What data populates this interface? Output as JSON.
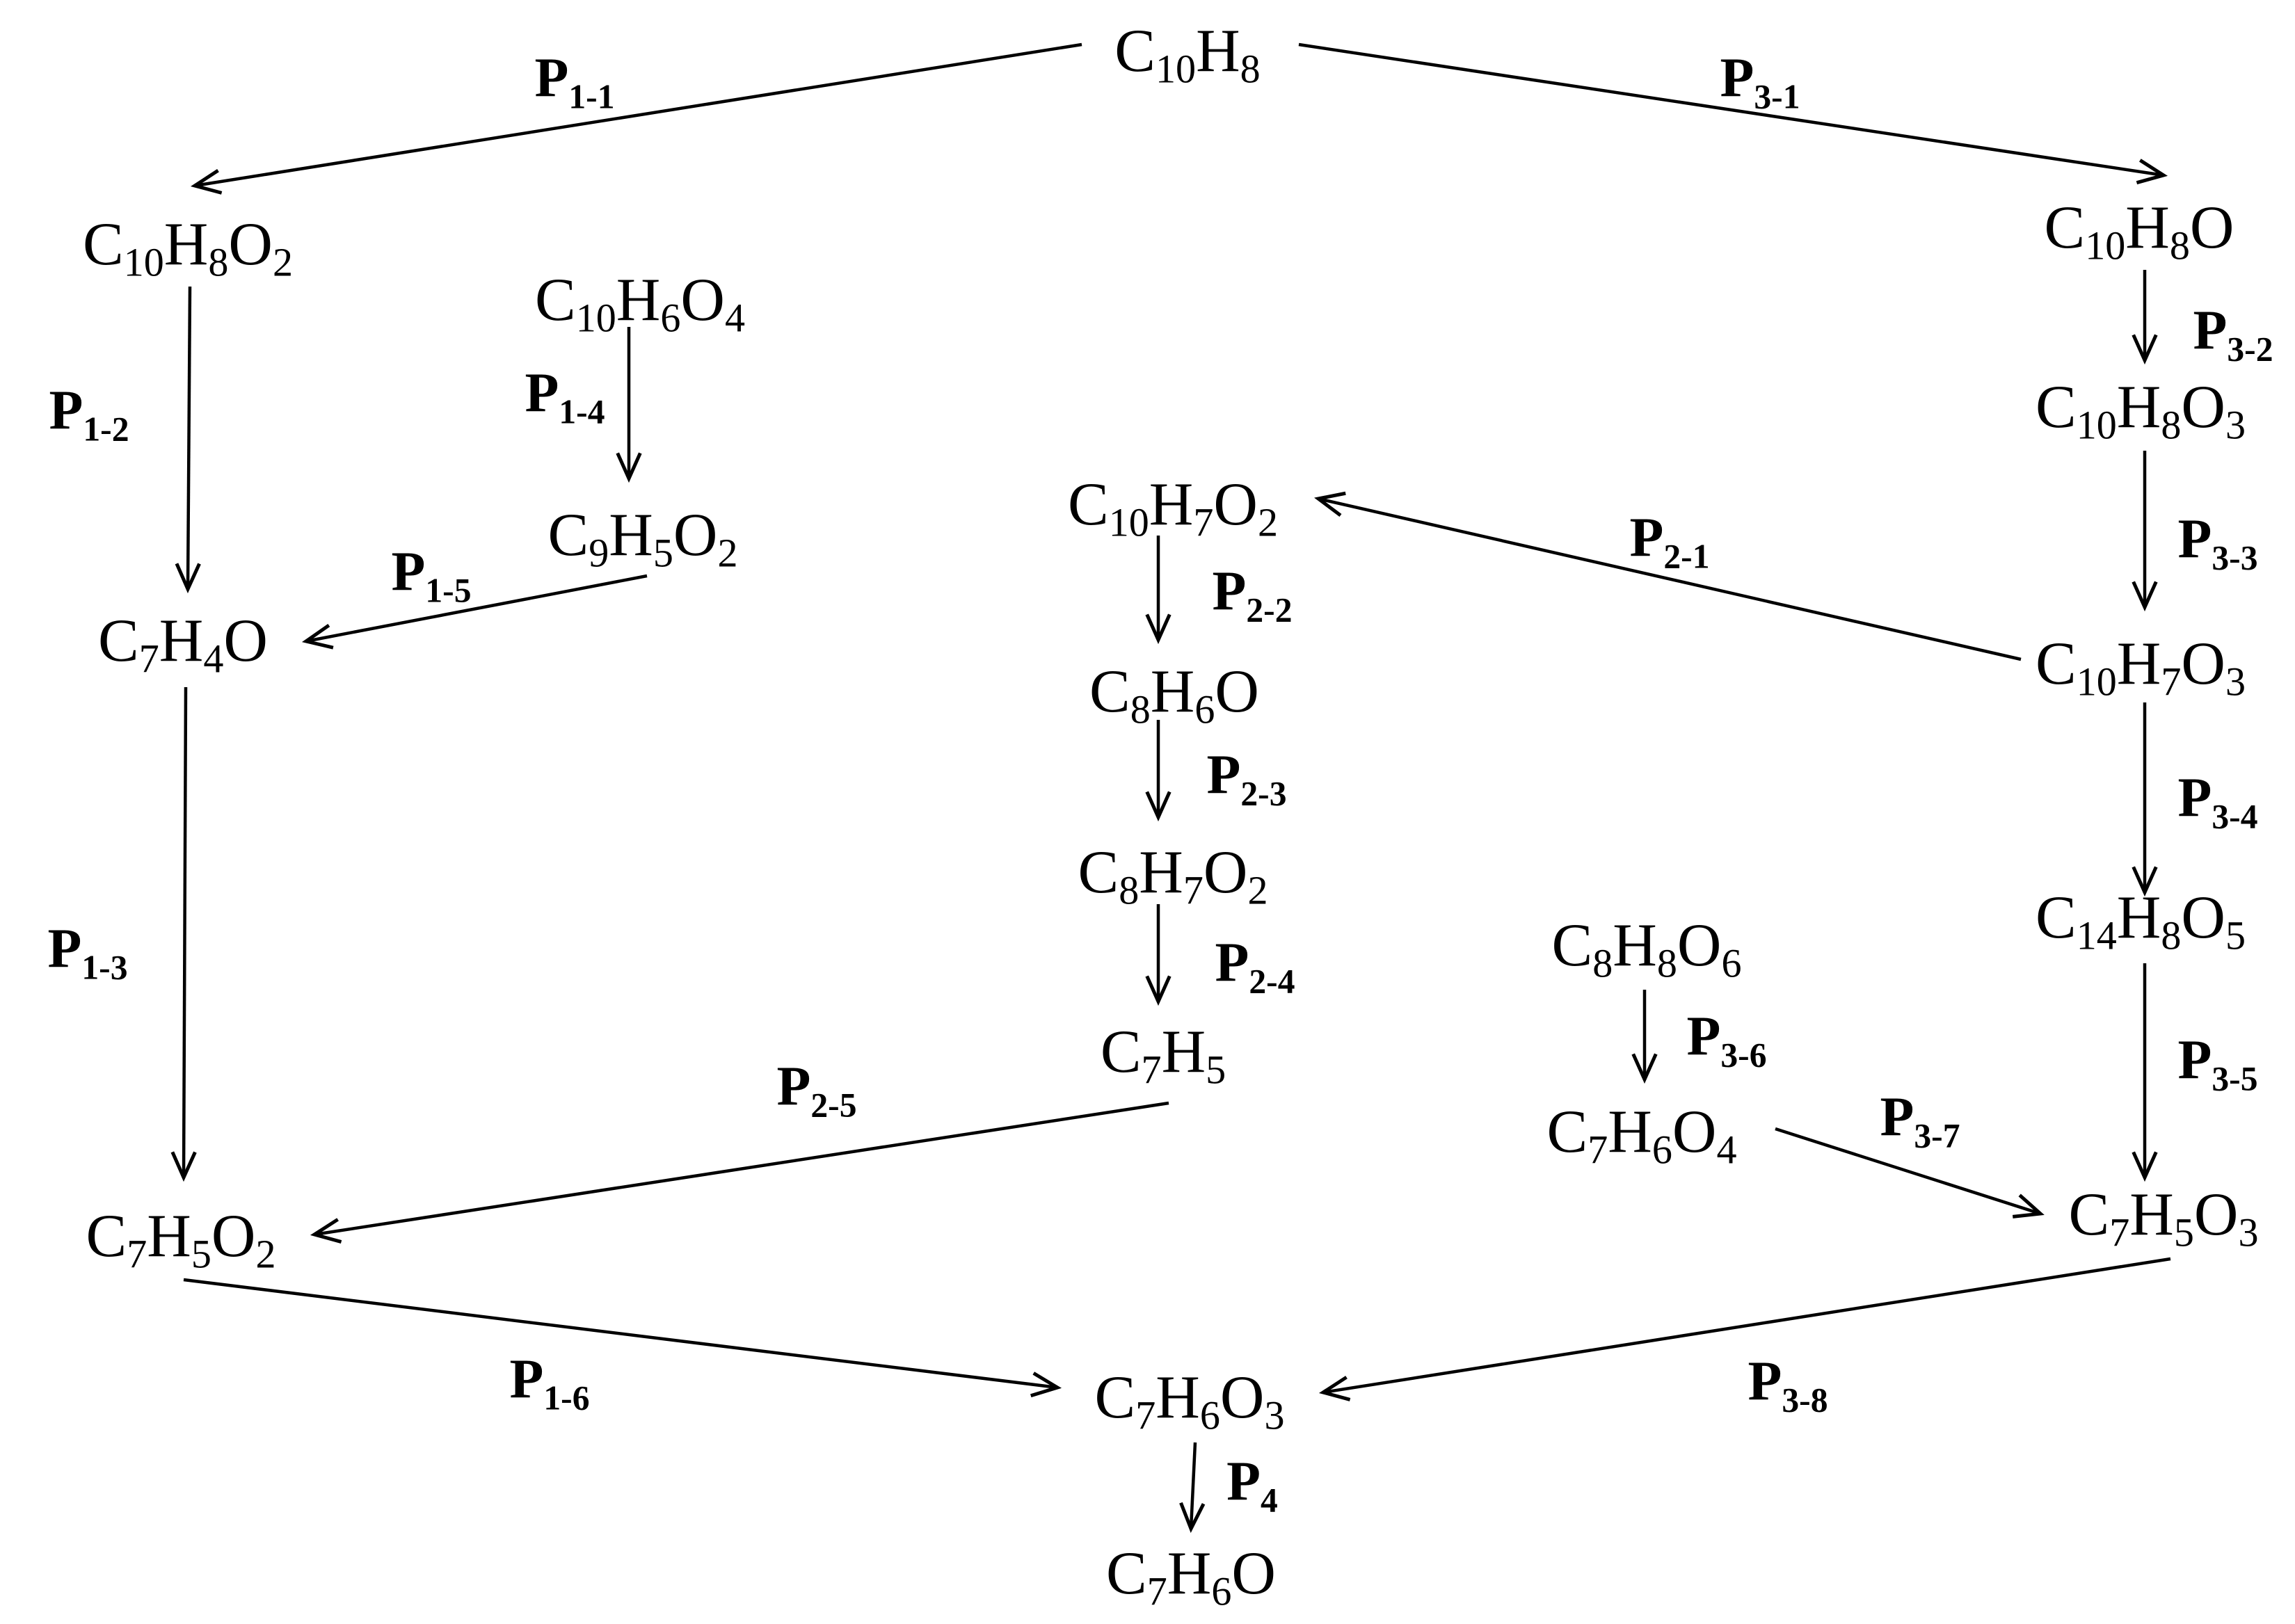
{
  "colors": {
    "ink": "#000000",
    "background": "#ffffff"
  },
  "compounds": {
    "c10h8": [
      {
        "t": "C"
      },
      {
        "s": "10"
      },
      {
        "t": "H"
      },
      {
        "s": "8"
      }
    ],
    "c10h8o2": [
      {
        "t": "C"
      },
      {
        "s": "10"
      },
      {
        "t": "H"
      },
      {
        "s": "8"
      },
      {
        "t": "O"
      },
      {
        "s": "2"
      }
    ],
    "c10h6o4": [
      {
        "t": "C"
      },
      {
        "s": "10"
      },
      {
        "t": "H"
      },
      {
        "s": "6"
      },
      {
        "t": "O"
      },
      {
        "s": "4"
      }
    ],
    "c9h5o2": [
      {
        "t": "C"
      },
      {
        "s": "9"
      },
      {
        "t": "H"
      },
      {
        "s": "5"
      },
      {
        "t": "O"
      },
      {
        "s": "2"
      }
    ],
    "c7h4o": [
      {
        "t": "C"
      },
      {
        "s": "7"
      },
      {
        "t": "H"
      },
      {
        "s": "4"
      },
      {
        "t": "O"
      }
    ],
    "c7h5o2": [
      {
        "t": "C"
      },
      {
        "s": "7"
      },
      {
        "t": "H"
      },
      {
        "s": "5"
      },
      {
        "t": "O"
      },
      {
        "s": "2"
      }
    ],
    "c10h7o2": [
      {
        "t": "C"
      },
      {
        "s": "10"
      },
      {
        "t": "H"
      },
      {
        "s": "7"
      },
      {
        "t": "O"
      },
      {
        "s": "2"
      }
    ],
    "c8h6o": [
      {
        "t": "C"
      },
      {
        "s": "8"
      },
      {
        "t": "H"
      },
      {
        "s": "6"
      },
      {
        "t": "O"
      }
    ],
    "c8h7o2": [
      {
        "t": "C"
      },
      {
        "s": "8"
      },
      {
        "t": "H"
      },
      {
        "s": "7"
      },
      {
        "t": "O"
      },
      {
        "s": "2"
      }
    ],
    "c7h5": [
      {
        "t": "C"
      },
      {
        "s": "7"
      },
      {
        "t": "H"
      },
      {
        "s": "5"
      }
    ],
    "c10h8o": [
      {
        "t": "C"
      },
      {
        "s": "10"
      },
      {
        "t": "H"
      },
      {
        "s": "8"
      },
      {
        "t": "O"
      }
    ],
    "c10h8o3": [
      {
        "t": "C"
      },
      {
        "s": "10"
      },
      {
        "t": "H"
      },
      {
        "s": "8"
      },
      {
        "t": "O"
      },
      {
        "s": "3"
      }
    ],
    "c10h7o3": [
      {
        "t": "C"
      },
      {
        "s": "10"
      },
      {
        "t": "H"
      },
      {
        "s": "7"
      },
      {
        "t": "O"
      },
      {
        "s": "3"
      }
    ],
    "c14h8o5": [
      {
        "t": "C"
      },
      {
        "s": "14"
      },
      {
        "t": "H"
      },
      {
        "s": "8"
      },
      {
        "t": "O"
      },
      {
        "s": "5"
      }
    ],
    "c8h8o6": [
      {
        "t": "C"
      },
      {
        "s": "8"
      },
      {
        "t": "H"
      },
      {
        "s": "8"
      },
      {
        "t": "O"
      },
      {
        "s": "6"
      }
    ],
    "c7h6o4": [
      {
        "t": "C"
      },
      {
        "s": "7"
      },
      {
        "t": "H"
      },
      {
        "s": "6"
      },
      {
        "t": "O"
      },
      {
        "s": "4"
      }
    ],
    "c7h5o3": [
      {
        "t": "C"
      },
      {
        "s": "7"
      },
      {
        "t": "H"
      },
      {
        "s": "5"
      },
      {
        "t": "O"
      },
      {
        "s": "3"
      }
    ],
    "c7h6o3": [
      {
        "t": "C"
      },
      {
        "s": "7"
      },
      {
        "t": "H"
      },
      {
        "s": "6"
      },
      {
        "t": "O"
      },
      {
        "s": "3"
      }
    ],
    "c7h6o": [
      {
        "t": "C"
      },
      {
        "s": "7"
      },
      {
        "t": "H"
      },
      {
        "s": "6"
      },
      {
        "t": "O"
      }
    ]
  },
  "pathways": {
    "p1_1": {
      "main": "P",
      "sub": "1-1"
    },
    "p1_2": {
      "main": "P",
      "sub": "1-2"
    },
    "p1_3": {
      "main": "P",
      "sub": "1-3"
    },
    "p1_4": {
      "main": "P",
      "sub": "1-4"
    },
    "p1_5": {
      "main": "P",
      "sub": "1-5"
    },
    "p1_6": {
      "main": "P",
      "sub": "1-6"
    },
    "p2_1": {
      "main": "P",
      "sub": "2-1"
    },
    "p2_2": {
      "main": "P",
      "sub": "2-2"
    },
    "p2_3": {
      "main": "P",
      "sub": "2-3"
    },
    "p2_4": {
      "main": "P",
      "sub": "2-4"
    },
    "p2_5": {
      "main": "P",
      "sub": "2-5"
    },
    "p3_1": {
      "main": "P",
      "sub": "3-1"
    },
    "p3_2": {
      "main": "P",
      "sub": "3-2"
    },
    "p3_3": {
      "main": "P",
      "sub": "3-3"
    },
    "p3_4": {
      "main": "P",
      "sub": "3-4"
    },
    "p3_5": {
      "main": "P",
      "sub": "3-5"
    },
    "p3_6": {
      "main": "P",
      "sub": "3-6"
    },
    "p3_7": {
      "main": "P",
      "sub": "3-7"
    },
    "p3_8": {
      "main": "P",
      "sub": "3-8"
    },
    "p4": {
      "main": "P",
      "sub": "4"
    }
  },
  "edges": [
    {
      "from": "c10h8",
      "to": "c10h8o2",
      "label": "p1_1"
    },
    {
      "from": "c10h8o2",
      "to": "c7h4o",
      "label": "p1_2"
    },
    {
      "from": "c7h4o",
      "to": "c7h5o2",
      "label": "p1_3"
    },
    {
      "from": "c10h6o4",
      "to": "c9h5o2",
      "label": "p1_4"
    },
    {
      "from": "c9h5o2",
      "to": "c7h4o",
      "label": "p1_5"
    },
    {
      "from": "c7h5o2",
      "to": "c7h6o3",
      "label": "p1_6"
    },
    {
      "from": "c10h7o3",
      "to": "c10h7o2",
      "label": "p2_1"
    },
    {
      "from": "c10h7o2",
      "to": "c8h6o",
      "label": "p2_2"
    },
    {
      "from": "c8h6o",
      "to": "c8h7o2",
      "label": "p2_3"
    },
    {
      "from": "c8h7o2",
      "to": "c7h5",
      "label": "p2_4"
    },
    {
      "from": "c7h5",
      "to": "c7h5o2",
      "label": "p2_5"
    },
    {
      "from": "c10h8",
      "to": "c10h8o",
      "label": "p3_1"
    },
    {
      "from": "c10h8o",
      "to": "c10h8o3",
      "label": "p3_2"
    },
    {
      "from": "c10h8o3",
      "to": "c10h7o3",
      "label": "p3_3"
    },
    {
      "from": "c10h7o3",
      "to": "c14h8o5",
      "label": "p3_4"
    },
    {
      "from": "c14h8o5",
      "to": "c7h5o3",
      "label": "p3_5"
    },
    {
      "from": "c8h8o6",
      "to": "c7h6o4",
      "label": "p3_6"
    },
    {
      "from": "c7h6o4",
      "to": "c7h5o3",
      "label": "p3_7"
    },
    {
      "from": "c7h5o3",
      "to": "c7h6o3",
      "label": "p3_8"
    },
    {
      "from": "c7h6o3",
      "to": "c7h6o",
      "label": "p4"
    }
  ]
}
